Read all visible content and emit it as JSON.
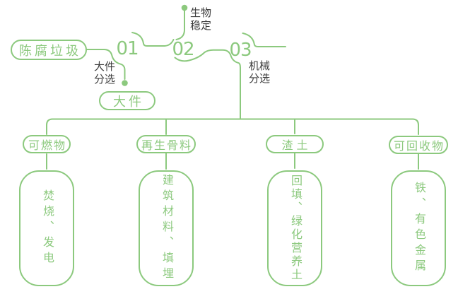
{
  "diagram": {
    "source": "陈腐垃圾",
    "steps": [
      {
        "number": "01",
        "label": "大件\n分选"
      },
      {
        "number": "02",
        "label": "生物\n稳定"
      },
      {
        "number": "03",
        "label": "机械\n分选"
      }
    ],
    "bulky_output": "大件",
    "branches": [
      {
        "category": "可燃物",
        "output": "焚烧、发电"
      },
      {
        "category": "再生骨料",
        "output": "建筑材料、填埋"
      },
      {
        "category": "渣土",
        "output": "回填、绿化营养土"
      },
      {
        "category": "可回收物",
        "output": "铁、有色金属"
      }
    ],
    "colors": {
      "line_green": "#8CC97E",
      "text_dark": "#3C3C3C",
      "background": "#FFFFFF"
    }
  }
}
